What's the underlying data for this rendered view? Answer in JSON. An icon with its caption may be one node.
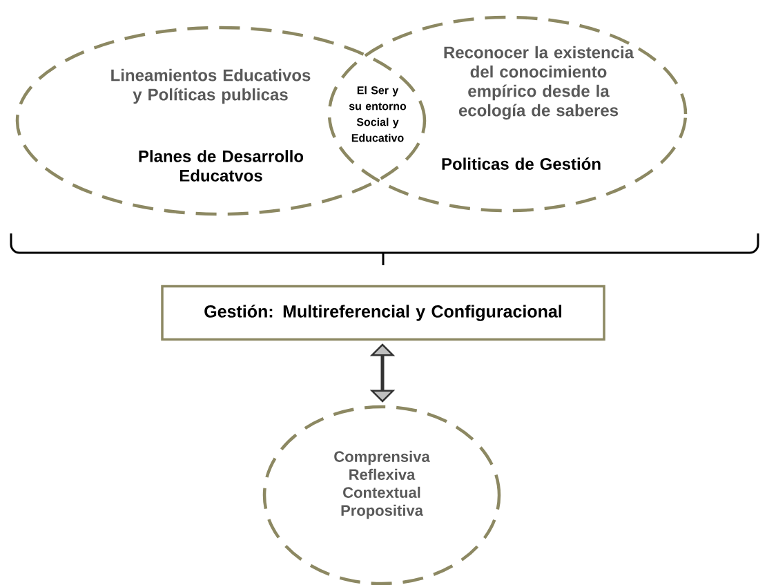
{
  "diagram": {
    "nodes": [
      {
        "text": [
          "Lineamientos Educativos y Políticas publicas",
          "Planes de Desarrollo Educatvos"
        ]
      },
      {
        "text": [
          "Reconocer la existencia del conocimiento empírico desde la ecología de saberes",
          "Politicas de Gestión"
        ]
      },
      {
        "text": [
          "Gestión: Multireferencial y Configuracional"
        ]
      },
      {
        "text": [
          "Comprensiva Reflexiva Contextual Propositiva"
        ]
      }
    ],
    "edges": [
      {
        "from": 2,
        "to": 3,
        "arrow": "both",
        "style": "thick"
      }
    ],
    "labels": [
      "El Ser y su entorno Social y Educativo"
    ]
  }
}
